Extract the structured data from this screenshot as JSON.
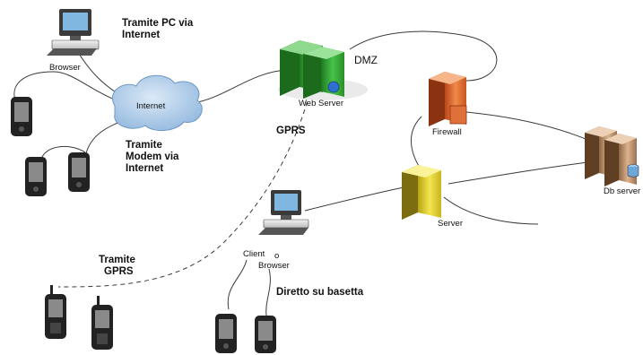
{
  "diagram": {
    "labels": {
      "pc_internet_line1": "Tramite PC via",
      "pc_internet_line2": "Internet",
      "browser_top": "Browser",
      "internet": "Internet",
      "modem_line1": "Tramite",
      "modem_line2": "Modem via",
      "modem_line3": "Internet",
      "dmz": "DMZ",
      "web_server": "Web Server",
      "gprs_top": "GPRS",
      "firewall": "Firewall",
      "db_server": "Db server",
      "server": "Server",
      "client": "Client",
      "client_o": "o",
      "client_browser": "Browser",
      "tramite_gprs_line1": "Tramite",
      "tramite_gprs_line2": "GPRS",
      "diretto": "Diretto su basetta"
    },
    "colors": {
      "line": "#3a3a3a",
      "cloud": "#a9c8e6",
      "web_server": "#3fae3a",
      "firewall": "#e0703a",
      "server": "#e8d83a",
      "db_server": "#c79a6e",
      "monitor": "#3a3a3a",
      "device": "#222222"
    },
    "icons": [
      "desktop-pc-icon",
      "cloud-icon",
      "server-icon",
      "pda-icon",
      "mobile-phone-icon",
      "database-icon"
    ]
  }
}
